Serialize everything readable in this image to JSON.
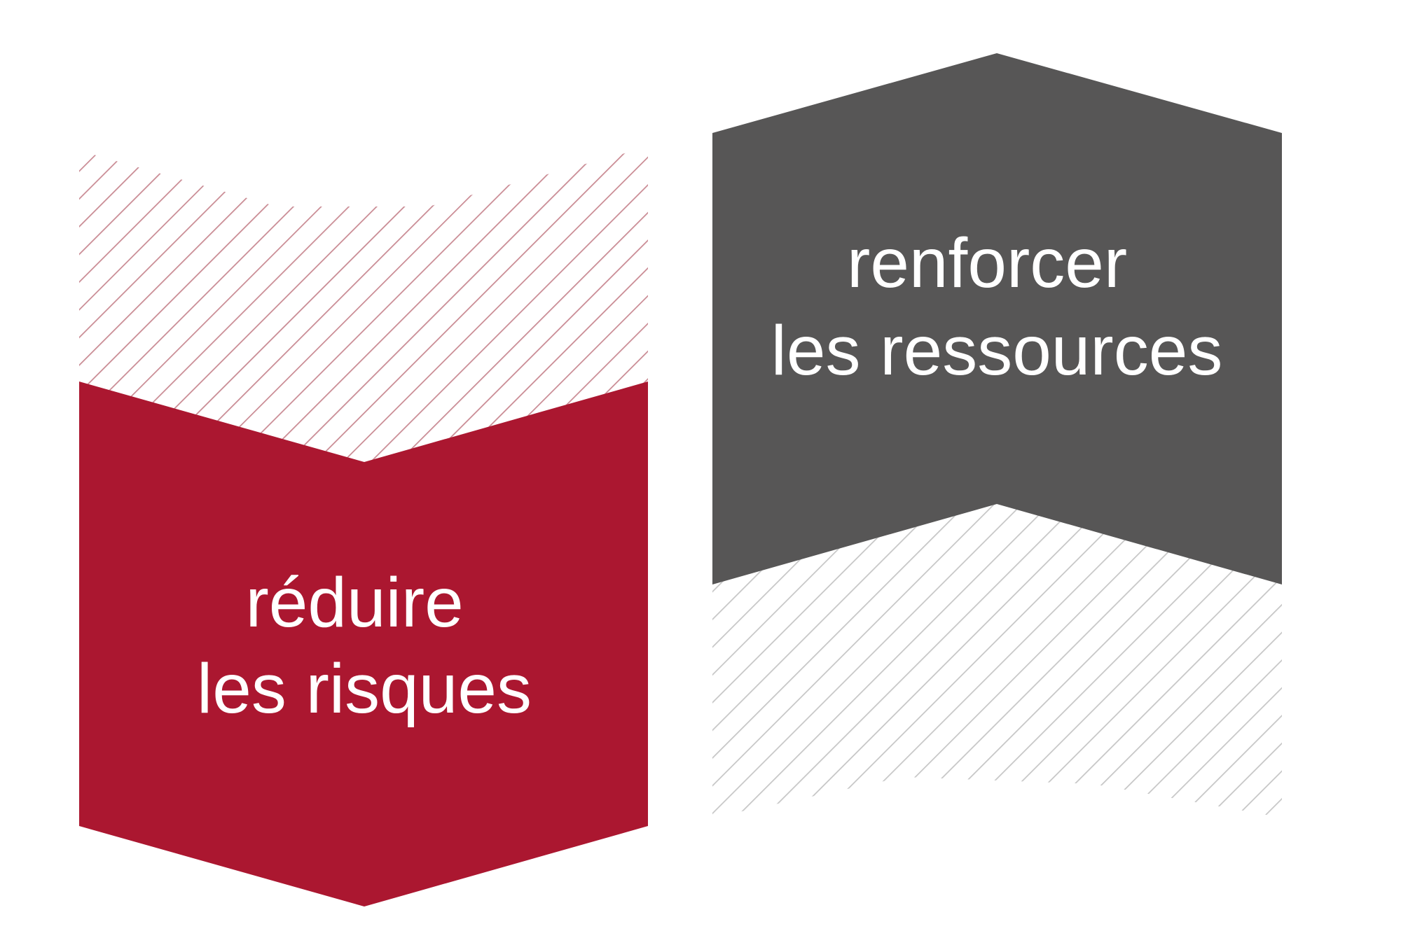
{
  "colors": {
    "background": "#ffffff",
    "red_block": "#ab1730",
    "red_hatch": "#c98a93",
    "gray_block": "#575656",
    "gray_hatch": "#c6c6c6",
    "text": "#ffffff"
  },
  "left_block": {
    "line1": "réduire",
    "line2": "les risques"
  },
  "right_block": {
    "line1": "renforcer",
    "line2": "les ressources"
  }
}
